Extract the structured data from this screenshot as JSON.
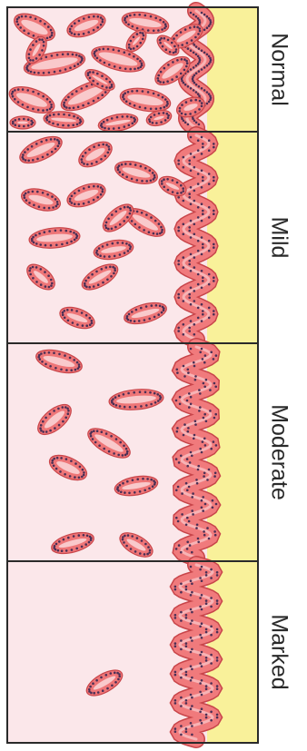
{
  "colors": {
    "tissue": "#fbe7ea",
    "lumen": "#f9f19a",
    "epithelium": "#f07a7c",
    "epithelium_edge": "#c8454a",
    "nuclei": "#4a2f55",
    "frame": "#2a2a2a"
  },
  "panels": [
    {
      "key": "normal",
      "label": "Normal",
      "gland_count": 19
    },
    {
      "key": "mild",
      "label": "Mild",
      "gland_count": 14
    },
    {
      "key": "moderate",
      "label": "Moderate",
      "gland_count": 8
    },
    {
      "key": "marked",
      "label": "Marked",
      "gland_count": 1
    }
  ]
}
